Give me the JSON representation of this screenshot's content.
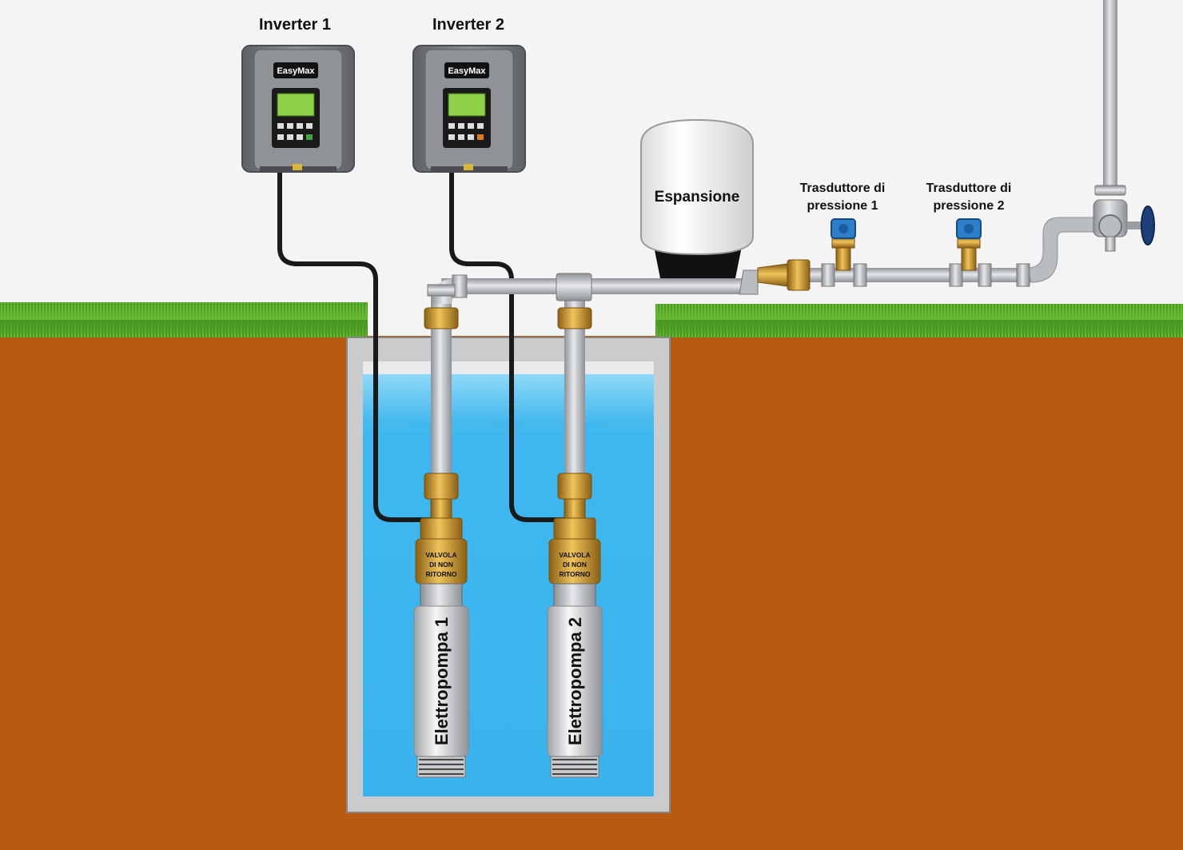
{
  "inverters": [
    {
      "title": "Inverter 1",
      "brand": "EasyMax"
    },
    {
      "title": "Inverter 2",
      "brand": "EasyMax"
    }
  ],
  "expansion": {
    "label": "Espansione"
  },
  "transducers": [
    {
      "line1": "Trasduttore di",
      "line2": "pressione 1"
    },
    {
      "line1": "Trasduttore di",
      "line2": "pressione 2"
    }
  ],
  "valves": [
    {
      "line1": "VALVOLA",
      "line2": "DI NON",
      "line3": "RITORNO"
    },
    {
      "line1": "VALVOLA",
      "line2": "DI NON",
      "line3": "RITORNO"
    }
  ],
  "pumps": [
    {
      "label": "Elettropompa 1"
    },
    {
      "label": "Elettropompa 2"
    }
  ],
  "colors": {
    "sky": "#f4f4f4",
    "soil": "#b95a12",
    "grass": "#4e9a24",
    "water": "#3fb7ee",
    "pipe": "#b9bcc0",
    "brass": "#c9972f",
    "cable": "#1a1a1a",
    "tank": "#ffffff",
    "inverter": "#7c7f83"
  }
}
